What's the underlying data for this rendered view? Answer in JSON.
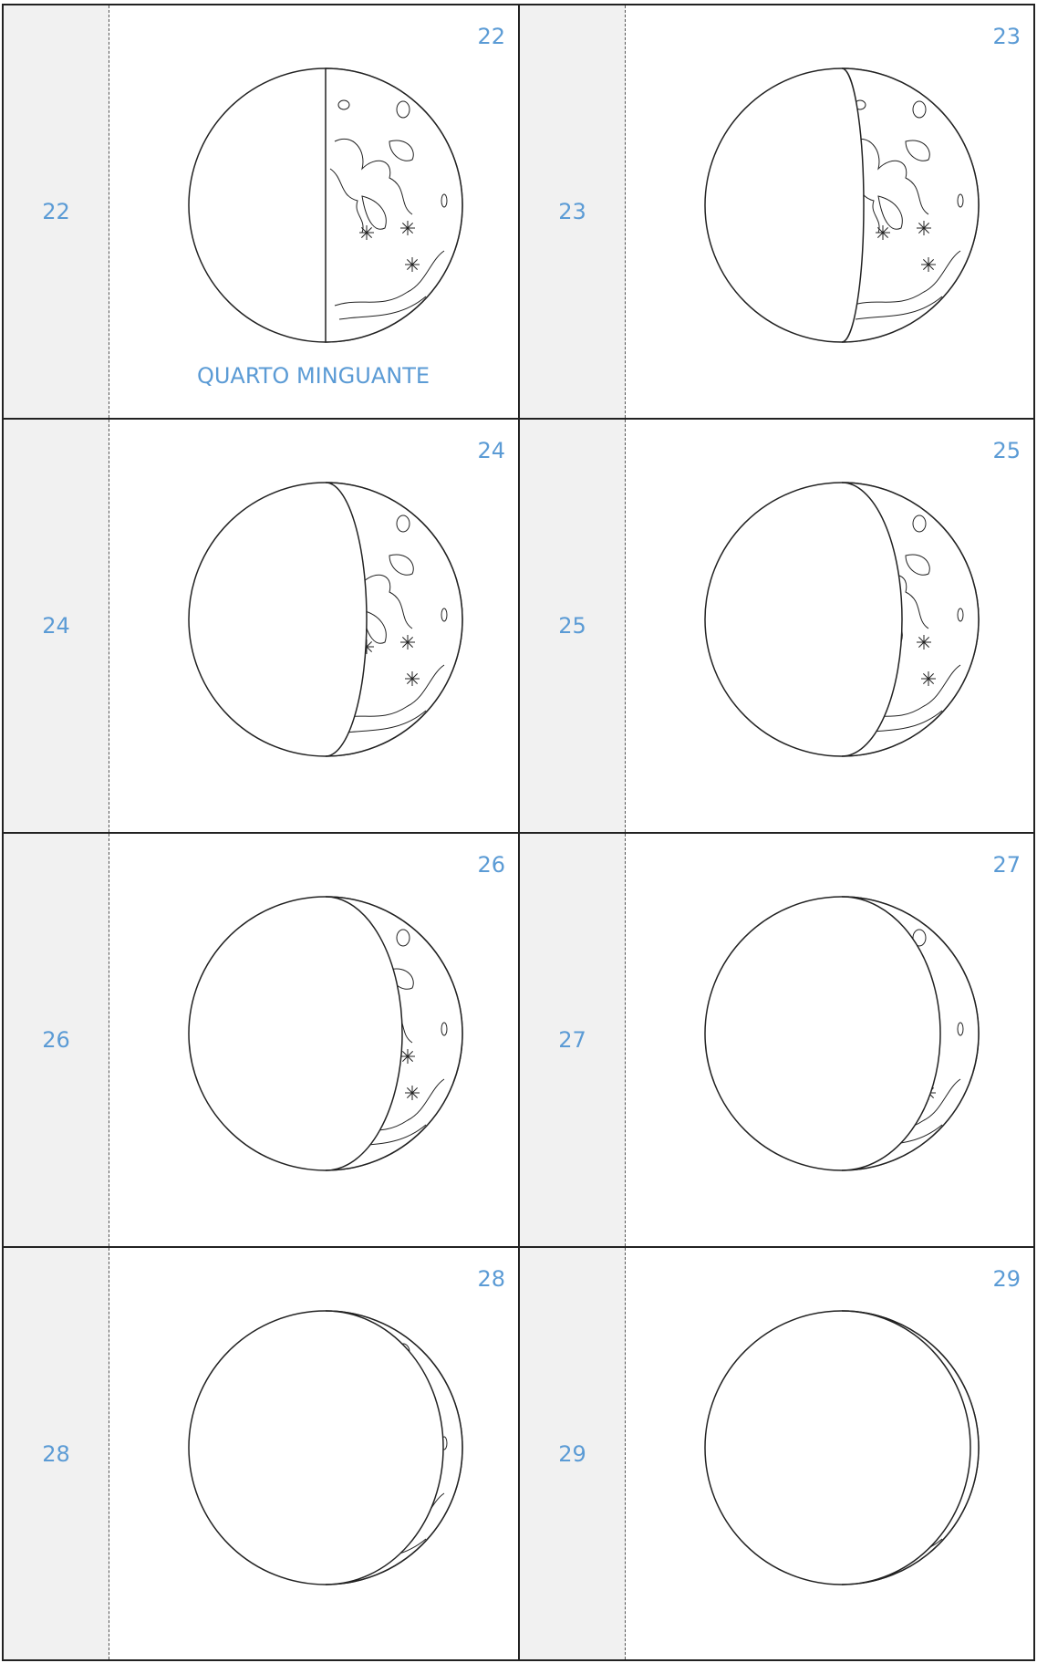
{
  "cards": [
    {
      "tab_number": "22",
      "corner_number": "22",
      "label": "QUARTO MINGUANTE",
      "lit_fraction": 0.5
    },
    {
      "tab_number": "23",
      "corner_number": "23",
      "label": "",
      "lit_fraction": 0.42
    },
    {
      "tab_number": "24",
      "corner_number": "24",
      "label": "",
      "lit_fraction": 0.35
    },
    {
      "tab_number": "25",
      "corner_number": "25",
      "label": "",
      "lit_fraction": 0.28
    },
    {
      "tab_number": "26",
      "corner_number": "26",
      "label": "",
      "lit_fraction": 0.22
    },
    {
      "tab_number": "27",
      "corner_number": "27",
      "label": "",
      "lit_fraction": 0.14
    },
    {
      "tab_number": "28",
      "corner_number": "28",
      "label": "",
      "lit_fraction": 0.07
    },
    {
      "tab_number": "29",
      "corner_number": "29",
      "label": "",
      "lit_fraction": 0.03
    }
  ],
  "colors": {
    "number": "#5b9bd5",
    "tab_background": "#f1f1f1",
    "line": "#222222"
  }
}
